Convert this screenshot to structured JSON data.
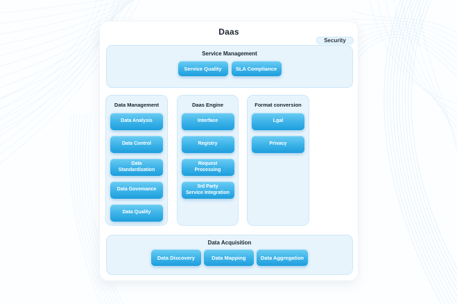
{
  "title": "Daas",
  "service_management": {
    "label": "Service Management",
    "buttons": [
      "Service Quality",
      "SLA Compliance"
    ]
  },
  "data_management": {
    "label": "Data Management",
    "buttons": [
      "Data Analysis",
      "Data Control",
      "Data\nStandardization",
      "Data Govemance",
      "Data Quality"
    ]
  },
  "daas_engine": {
    "label": "Daas Engine",
    "buttons": [
      "Interface",
      "Registry",
      "Request\nProcessing",
      "3rd Party\nService Integration"
    ]
  },
  "format_conversion": {
    "label": "Format conversion",
    "buttons": [
      "Lgal",
      "Privacy"
    ]
  },
  "security": {
    "label": "Security"
  },
  "data_acquisition": {
    "label": "Data Acquisition",
    "buttons": [
      "Data Discovery",
      "Data Mapping",
      "Data Aggregation"
    ]
  },
  "colors": {
    "button_top": "#6ccdf3",
    "button_mid": "#3ab2e8",
    "button_bottom": "#1e9edd",
    "panel_bg": "#e8f4fc",
    "panel_border": "#cbe7f8",
    "title_color": "#19242f",
    "wave_color": "#c9e6f5"
  }
}
